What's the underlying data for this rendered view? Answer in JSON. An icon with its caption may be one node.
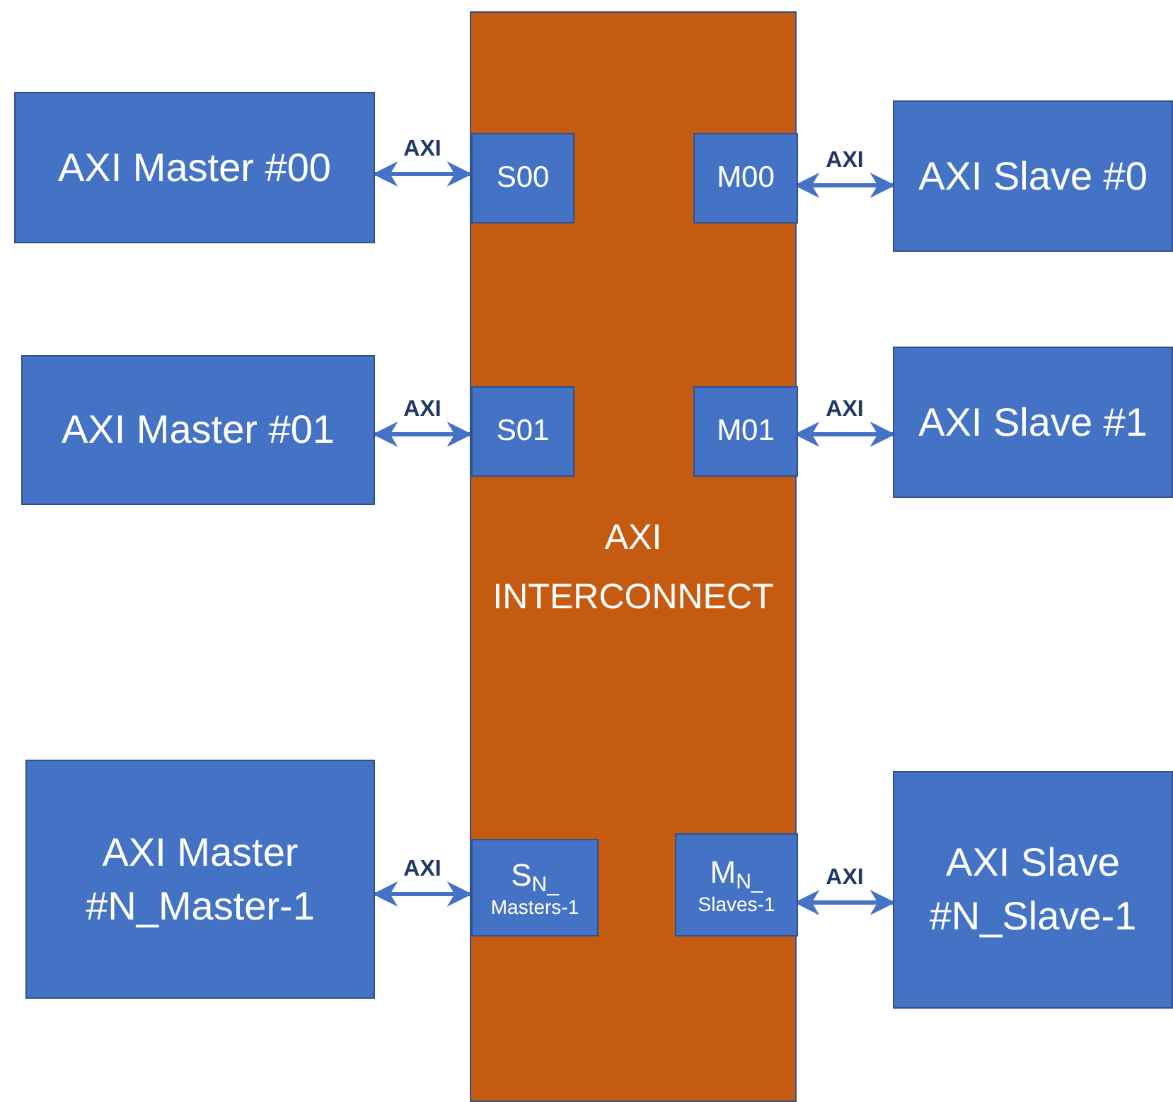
{
  "diagram": {
    "nodes": [
      {
        "text": [
          "AXI INTERCONNECT"
        ]
      },
      {
        "text": [
          "S00"
        ],
        "in": 0
      },
      {
        "text": [
          "M00"
        ],
        "in": 0
      },
      {
        "text": [
          "S01"
        ],
        "in": 0
      },
      {
        "text": [
          "M01"
        ],
        "in": 0
      },
      {
        "text": [
          "S$_{N_}$",
          "Masters-1"
        ],
        "in": 0
      },
      {
        "text": [
          "M$_{N_}$",
          "Slaves-1"
        ],
        "in": 0
      },
      {
        "text": [
          "AXI Master #00"
        ]
      },
      {
        "text": [
          "AXI Slave #0"
        ]
      },
      {
        "text": [
          "AXI Master #01"
        ]
      },
      {
        "text": [
          "AXI Slave #1"
        ]
      },
      {
        "text": [
          "AXI Master #N_Master-1"
        ]
      },
      {
        "text": [
          "AXI Slave #N_Slave-1"
        ]
      }
    ],
    "edges": [
      {
        "from": 7,
        "to": 1,
        "arrow": "both",
        "label": "AXI"
      },
      {
        "from": 2,
        "to": 8,
        "arrow": "both",
        "label": "AXI"
      },
      {
        "from": 9,
        "to": 3,
        "arrow": "both",
        "label": "AXI"
      },
      {
        "from": 4,
        "to": 10,
        "arrow": "both",
        "label": "AXI"
      },
      {
        "from": 11,
        "to": 5,
        "arrow": "both",
        "label": "AXI"
      },
      {
        "from": 6,
        "to": 12,
        "arrow": "both",
        "label": "AXI"
      }
    ]
  }
}
